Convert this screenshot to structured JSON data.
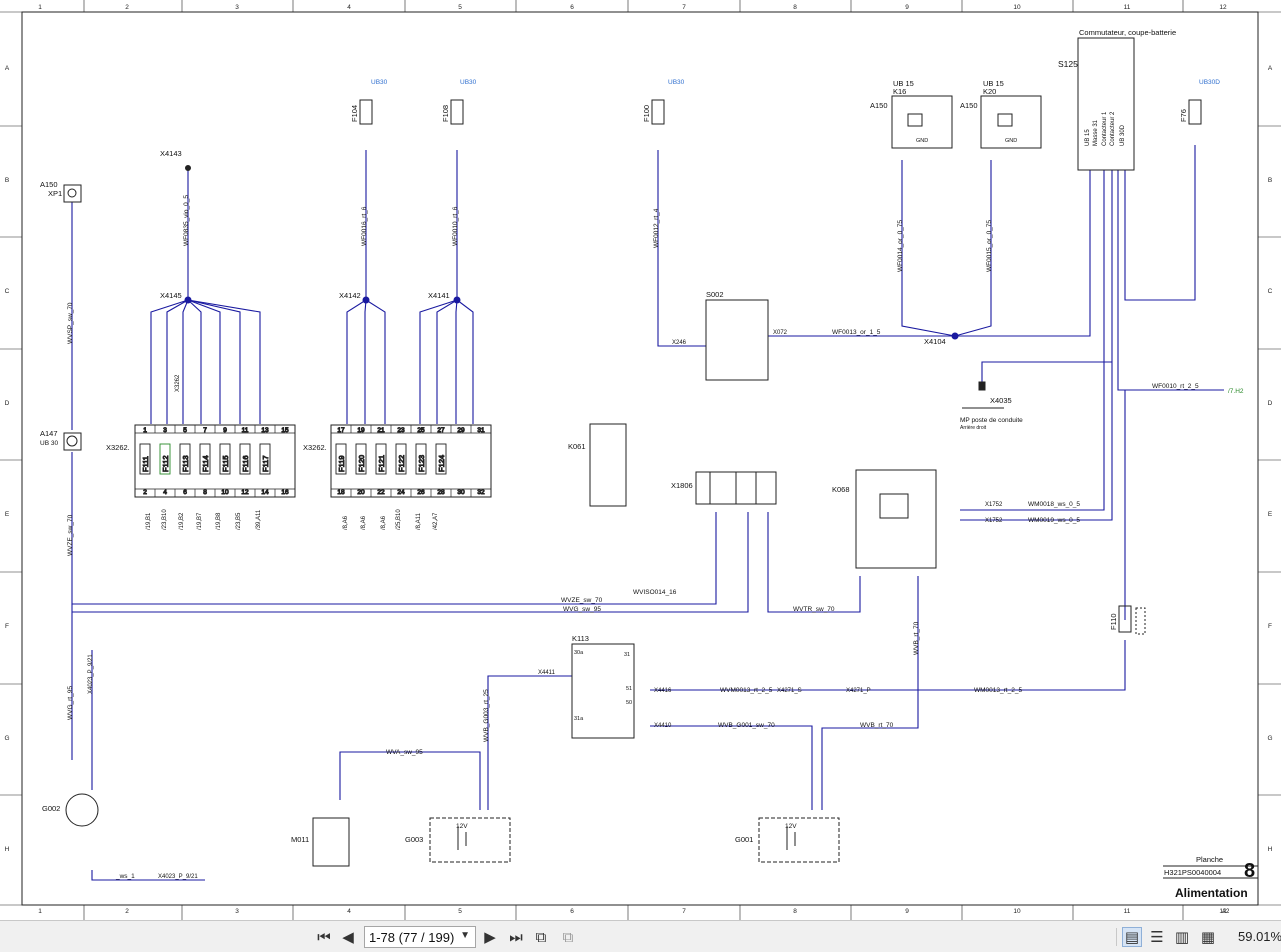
{
  "sheet": {
    "columns": [
      "1",
      "2",
      "3",
      "4",
      "5",
      "6",
      "7",
      "8",
      "9",
      "10",
      "11",
      "12"
    ],
    "rows": [
      "A",
      "B",
      "C",
      "D",
      "E",
      "F",
      "G",
      "H"
    ],
    "title_block": {
      "planche_label": "Planche",
      "doc_number": "H321PS0040004",
      "sheet_number": "8",
      "title": "Alimentation",
      "format": "A2"
    },
    "components": {
      "s125_name": "S125",
      "s125_desc": "Commutateur, coupe-batterie",
      "s125_pins": [
        "UB 15",
        "Masse 31",
        "Contacteur 1",
        "Contacteur 2",
        "UB 30D"
      ],
      "a150_k16": "A150",
      "k16": "K16",
      "a150_k20": "A150",
      "k20": "K20",
      "ub15_a": "UB 15",
      "ub15_b": "UB 15",
      "gnd": "GND",
      "f100": "F100",
      "f104": "F104",
      "f108": "F108",
      "f76": "F76",
      "ub30_1": "UB30",
      "ub30_2": "UB30",
      "ub30_3": "UB30",
      "ub30d": "UB30D",
      "x4143": "X4143",
      "x4145": "X4145",
      "x4142": "X4142",
      "x4141": "X4141",
      "a150_xp1": "A150",
      "xp1": "XP1",
      "a147": "A147",
      "a147_sub": "UB 30",
      "s002": "S002",
      "x4104": "X4104",
      "x4035": "X4035",
      "x4035_desc1": "MP poste de conduite",
      "x4035_desc2": "Arrière droit",
      "x3262_left": "X3262.",
      "x3262_right": "X3262.",
      "fuses_left": [
        "F111",
        "F112",
        "F113",
        "F114",
        "F115",
        "F116",
        "F117"
      ],
      "fuses_right": [
        "F119",
        "F120",
        "F121",
        "F122",
        "F123",
        "F124"
      ],
      "fuse_top_left": [
        "1",
        "3",
        "5",
        "7",
        "9",
        "11",
        "13",
        "15"
      ],
      "fuse_bot_left": [
        "2",
        "4",
        "6",
        "8",
        "10",
        "12",
        "14",
        "16"
      ],
      "fuse_top_right": [
        "17",
        "19",
        "21",
        "23",
        "25",
        "27",
        "29",
        "31"
      ],
      "fuse_bot_right": [
        "18",
        "20",
        "22",
        "24",
        "26",
        "28",
        "30",
        "32"
      ],
      "k061": "K061",
      "x1806": "X1806",
      "k068": "K068",
      "k113": "K113",
      "k113_pins": [
        "30a",
        "31",
        "51",
        "50",
        "31a"
      ],
      "f110": "F110",
      "g002": "G002",
      "m011": "M011",
      "g003": "G003",
      "g001": "G001",
      "v12a": "12V",
      "v12b": "12V"
    },
    "wires": {
      "w_f100": "WF0012_rt_4",
      "w_f104": "WF0016_rt_6",
      "w_f108": "WF0010_rt_6",
      "w_x4143": "WF0835_vio_0_5",
      "w_xp1": "WVSP_sw_70",
      "w_k16": "WF0014_or_0_75",
      "w_k20": "WF0015_or_0_75",
      "w_s002": "WF0013_or_1_5",
      "w_out": "WF0010_rt_2_5",
      "out_ref": "/7.H2",
      "w_km1": "WM0018_ws_0_5",
      "w_km2": "WM0019_ws_0_5",
      "w_vze": "WVZE_sw_70",
      "w_vis": "WVISO014_16",
      "w_vg95": "WVG_sw_95",
      "w_vtr": "WVTR_sw_70",
      "w_vb_rt": "WVB_rt_70",
      "w_vm13": "WVM0013_rt_2_5",
      "w_m13": "WM0013_rt_2_5",
      "w_vb_g001": "WVB_G001_sw_70",
      "w_vb_rt2": "WVB_rt_70",
      "w_va": "WVA_sw_95",
      "w_g003": "WVB_G003_rt_25",
      "w_vg": "WVG_rt_95",
      "w_ws1": "_ws_1",
      "x4023": "X4023_P_9/21",
      "x4271s": "X4271_S",
      "x4271p": "X4271_P",
      "x4411": "X4411",
      "x4416": "X4416",
      "x4410": "X4410",
      "x1752a": "X1752",
      "x1752b": "X1752",
      "x3262c": "X3262",
      "x246": "X246",
      "x072": "X072"
    },
    "bottom_refs_left": [
      "/19,B1",
      "/23,B10",
      "/19,B2",
      "/19,B7",
      "/19,B8",
      "/23,B5",
      "/39,A11"
    ],
    "bottom_refs_right": [
      "/8,A6",
      "/8,A6",
      "/8,A6",
      "/25,B10",
      "/8,A11",
      "/42,A7"
    ]
  },
  "toolbar": {
    "page_label": "1-78 (77 / 199)",
    "zoom": "59.01%"
  },
  "colors": {
    "wire": "#1a1aa0",
    "ub_label": "#2f6fcf",
    "ref_green": "#2a8a2a",
    "line": "#222222"
  }
}
